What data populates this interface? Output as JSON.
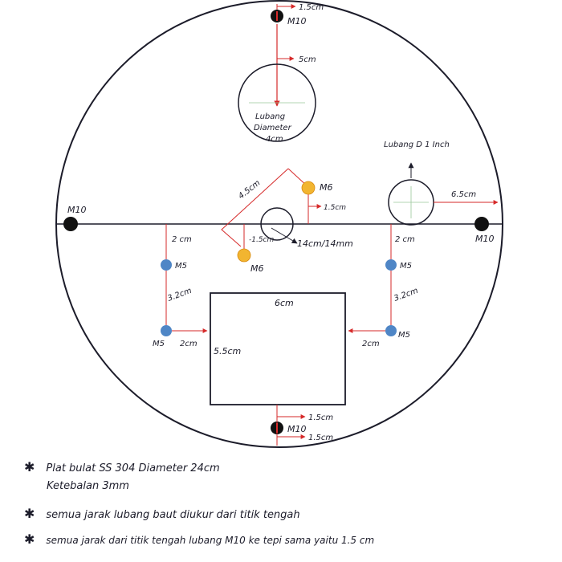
{
  "labels": {
    "m10_top": "M10",
    "m10_left": "M10",
    "m10_right": "M10",
    "m10_bottom": "M10",
    "top_offset_a": "1.5cm",
    "top_offset_b": "5cm",
    "hole_center_line1": "Lubang",
    "hole_center_line2": "Diameter",
    "hole_center_line3": "4cm",
    "hole_right_title": "Lubang D 1 Inch",
    "hole_right_offset": "6.5cm",
    "m6_top": "M6",
    "m6_bottom": "M6",
    "diag_45": "4.5cm",
    "offset_1_5_right": "1.5cm",
    "offset_1_5_left": "-1.5cm",
    "center_hole_size": "14cm/14mm",
    "left_2cm": "2 cm",
    "right_2cm": "2 cm",
    "left_32": "3.2cm",
    "right_32": "3.2cm",
    "m5_left_upper": "M5",
    "m5_left_lower": "M5",
    "m5_right_upper": "M5",
    "m5_right_lower": "M5",
    "left_h_2cm": "2cm",
    "right_h_2cm": "2cm",
    "rect_width": "6cm",
    "rect_height": "5.5cm",
    "bottom_offset_a": "1.5cm",
    "bottom_offset_b": "1.5cm"
  },
  "notes": {
    "line1": "Plat bulat SS 304 Diameter 24cm",
    "line2": "Ketebalan 3mm",
    "line3": "semua jarak lubang baut diukur dari titik tengah",
    "line4": "semua jarak dari titik tengah lubang M10 ke tepi sama yaitu 1.5 cm"
  },
  "colors": {
    "line": "#1c1c2a",
    "dim_red": "#d62a2a",
    "m5_blue": "#4f86c6",
    "m6_yellow": "#f2b530",
    "m10_black": "#111111"
  }
}
